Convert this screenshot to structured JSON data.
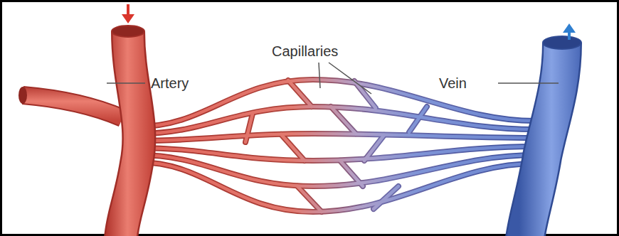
{
  "diagram": {
    "labels": [
      "Artery",
      "Capillaries",
      "Vein"
    ]
  }
}
